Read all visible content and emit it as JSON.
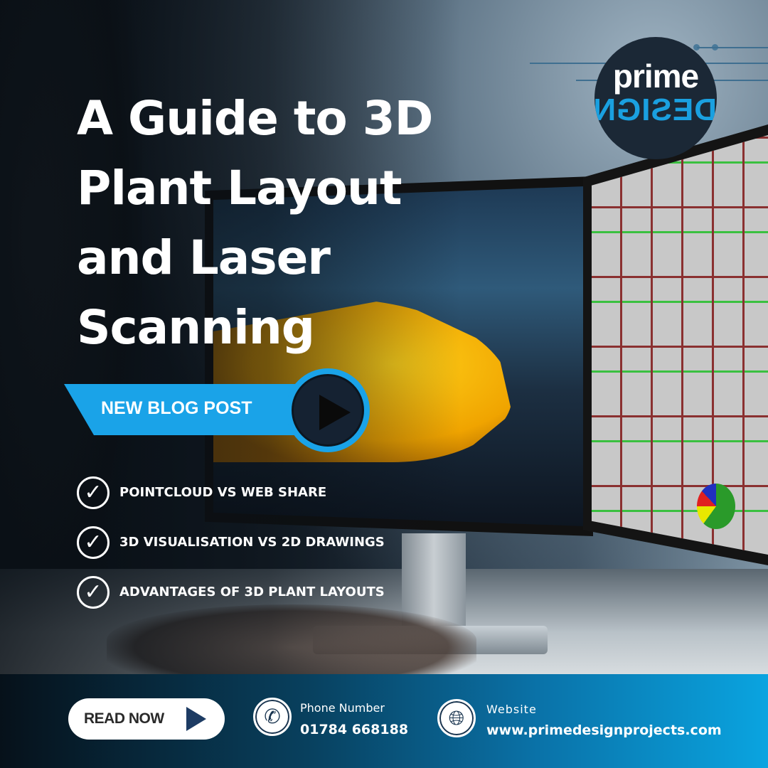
{
  "logo": {
    "line1": "prime",
    "line2": "DESIGN"
  },
  "title": [
    "A Guide to 3D",
    "Plant Layout",
    "and Laser",
    "Scanning"
  ],
  "banner": {
    "label": "NEW BLOG POST",
    "icon": "play-icon"
  },
  "checklist": [
    {
      "icon": "check-icon",
      "text": "POINTCLOUD VS WEB SHARE"
    },
    {
      "icon": "check-icon",
      "text": "3D VISUALISATION VS 2D DRAWINGS"
    },
    {
      "icon": "check-icon",
      "text": "ADVANTAGES OF 3D PLANT LAYOUTS"
    }
  ],
  "footer": {
    "cta": "READ NOW",
    "phone": {
      "label": "Phone Number",
      "value": "01784 668188",
      "icon": "phone-icon"
    },
    "website": {
      "label": "Website",
      "value": "www.primedesignprojects.com",
      "icon": "globe-icon"
    }
  },
  "colors": {
    "accent": "#1aa3e8",
    "dark": "#152232"
  }
}
